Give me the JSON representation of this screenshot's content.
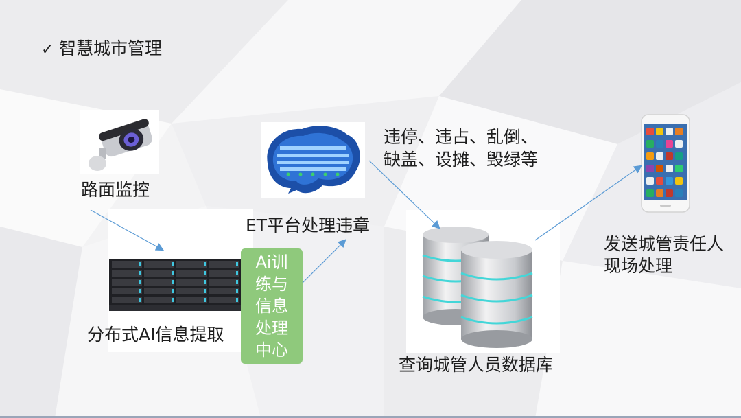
{
  "title": "智慧城市管理",
  "nodes": {
    "camera_label": "路面监控",
    "server_label": "分布式AI信息提取",
    "ai_center_lines": [
      "Ai训",
      "练与",
      "信息",
      "处理",
      "中心"
    ],
    "et_label": "ET平台处理违章",
    "violations_line1": "违停、违占、乱倒、",
    "violations_line2": "缺盖、设摊、毁绿等",
    "database_label": "查询城管人员数据库",
    "phone_line1": "发送城管责任人",
    "phone_line2": "现场处理"
  },
  "colors": {
    "arrow": "#5b9bd5",
    "green_box": "#8fc97c"
  }
}
